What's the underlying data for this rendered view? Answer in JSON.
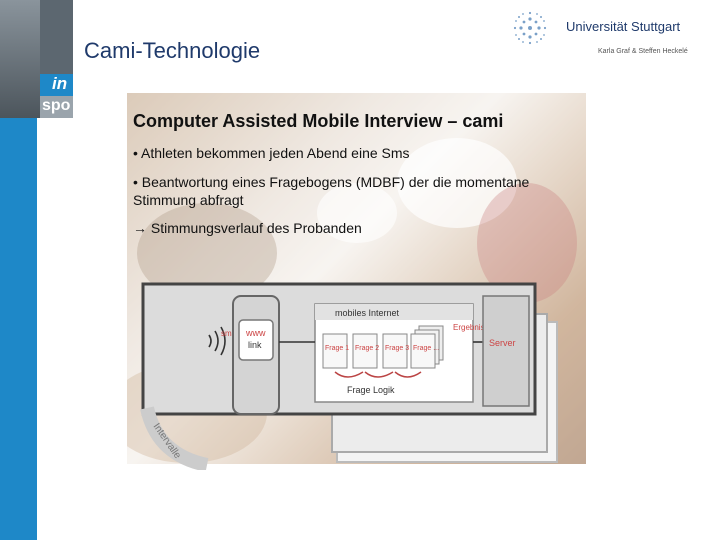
{
  "header": {
    "title": "Cami-Technologie",
    "university": "Universität Stuttgart",
    "authors": "Karla Graf & Steffen Heckelé"
  },
  "logo": {
    "line1": "in",
    "line2": "spo"
  },
  "slide": {
    "heading": "Computer Assisted Mobile Interview – cami",
    "bullet1": "• Athleten bekommen jeden Abend eine Sms",
    "bullet2": "• Beantwortung eines Fragebogens (MDBF) der die momentane Stimmung abfragt",
    "arrow": "→ Stimmungsverlauf des Probanden"
  },
  "diagram": {
    "sms": "sms",
    "www": "www",
    "link": "link",
    "mobiles_internet": "mobiles Internet",
    "frage1": "Frage 1",
    "frage2": "Frage 2",
    "frage3": "Frage 3",
    "frage_dots": "Frage ...",
    "frage_logik": "Frage Logik",
    "ergebnis": "Ergebnis",
    "server": "Server",
    "intervalle": "Intervalle"
  }
}
